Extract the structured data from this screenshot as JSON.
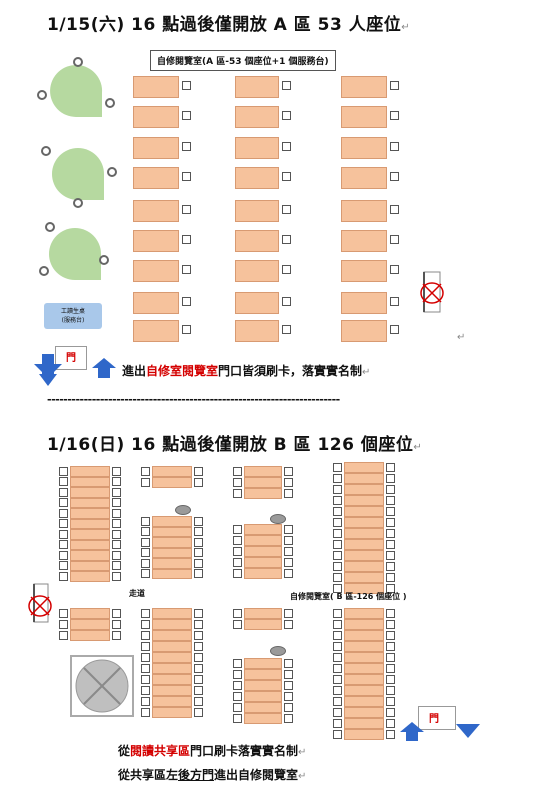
{
  "section_a": {
    "heading": "1/15(六) 16 點過後僅開放 A 區  53 人座位",
    "room_label": "自修閱覽室(A 區-53 個座位+1 個服務台)",
    "service_desk_line1": "工讀生桌",
    "service_desk_line2": "(服務台)",
    "door_label": "門",
    "note_prefix": "進出",
    "note_highlight": "自修室閱覽室",
    "note_suffix": "門口皆須刷卡，落實實名制"
  },
  "divider": "------------------------------------------------------------------------",
  "section_b": {
    "heading": "1/16(日) 16 點過後僅開放 B 區 126 個座位",
    "aisle_label": "走道",
    "room_label": "自修閱覽室( B 區-126 個座位 )",
    "door_label": "門",
    "note1_prefix": "從",
    "note1_highlight": "閱讀共享區",
    "note1_suffix": "門口刷卡落實實名制",
    "note2_prefix": "從共享區左",
    "note2_underlined": "後方門",
    "note2_suffix": "進出自修閱覽室"
  },
  "colors": {
    "desk": "#f6c29c",
    "round_table": "#b6d9a0",
    "service_desk": "#a9c8ea",
    "arrow": "#2f67c9",
    "highlight": "#d40000"
  }
}
